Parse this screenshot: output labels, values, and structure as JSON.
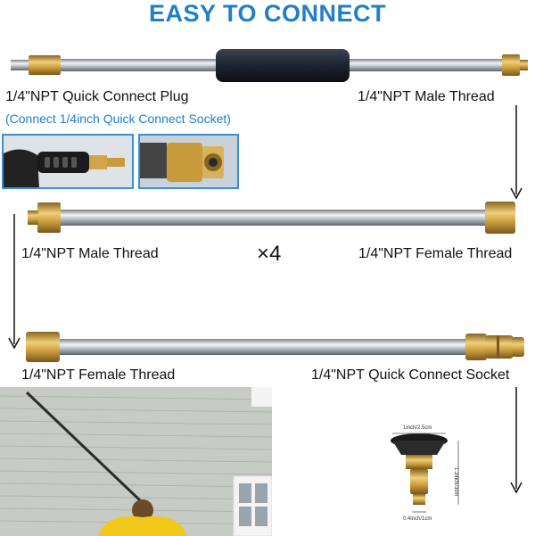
{
  "title": "EASY TO CONNECT",
  "labels": {
    "qc_plug": "1/4\"NPT Quick Connect Plug",
    "qc_plug_note": "(Connect 1/4inch Quick Connect Socket)",
    "male_thread_top": "1/4\"NPT Male Thread",
    "male_thread_mid": "1/4\"NPT Male Thread",
    "female_thread_mid": "1/4\"NPT Female Thread",
    "quantity": "×4",
    "female_thread_bottom": "1/4\"NPT Female Thread",
    "qc_socket": "1/4\"NPT Quick Connect Socket"
  },
  "nozzle_dims": {
    "width": "1inch/2.5cm",
    "height": "1.2inch/3cm",
    "base": "0.4inch/1cm"
  },
  "colors": {
    "title": "#1f7fc7",
    "brass": "#c89b3c",
    "steel": "#b9bec4",
    "grip": "#1d2430"
  }
}
